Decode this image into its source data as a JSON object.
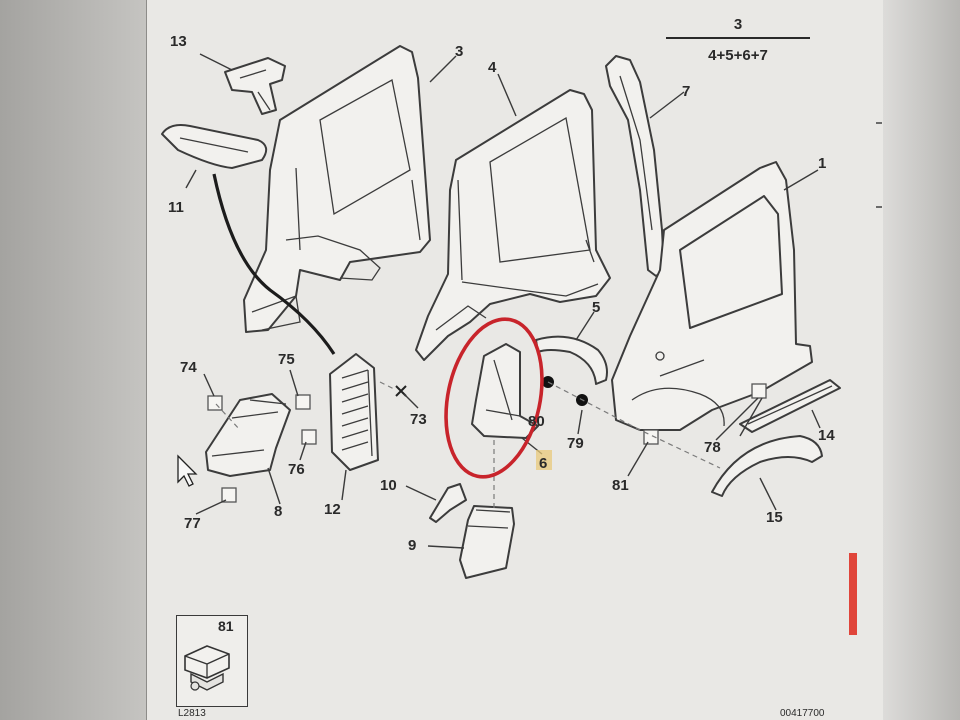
{
  "formula": {
    "top": "3",
    "bottom": "4+5+6+7"
  },
  "labels": {
    "l1": "1",
    "l3": "3",
    "l4": "4",
    "l5": "5",
    "l6": "6",
    "l7": "7",
    "l8": "8",
    "l9": "9",
    "l10": "10",
    "l11": "11",
    "l12": "12",
    "l13": "13",
    "l14": "14",
    "l15": "15",
    "l73": "73",
    "l74": "74",
    "l75": "75",
    "l76": "76",
    "l77": "77",
    "l78": "78",
    "l79": "79",
    "l80": "80",
    "l81": "81"
  },
  "inset": {
    "label": "81"
  },
  "footer": {
    "left": "L2813",
    "right": "00417700"
  },
  "colors": {
    "highlight_circle": "#c8242b",
    "label_6_highlight": "#e8c97a",
    "scroll_mark": "#e0453a"
  }
}
